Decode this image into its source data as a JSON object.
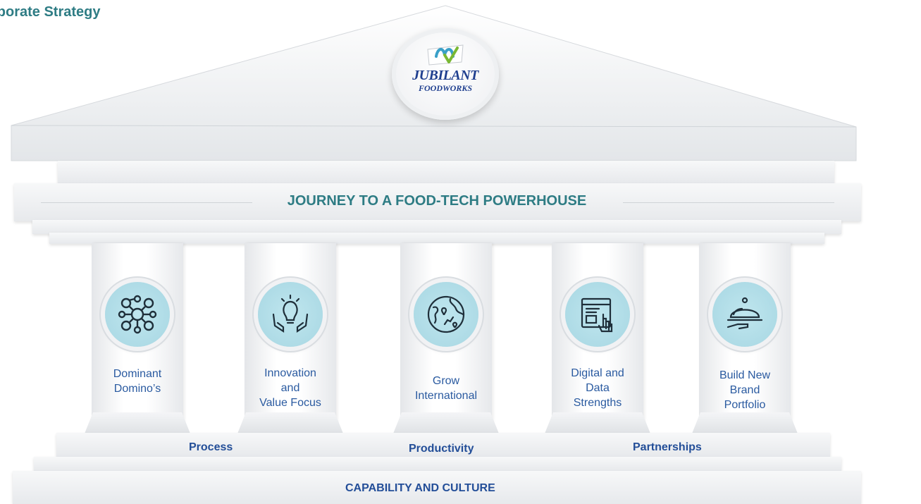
{
  "header": {
    "title": "rporate Strategy"
  },
  "logo": {
    "line1": "JUBILANT",
    "line2": "FOODWORKS"
  },
  "band": {
    "title": "JOURNEY TO A FOOD-TECH POWERHOUSE"
  },
  "pillars": [
    {
      "label": "Dominant\nDomino’s",
      "icon": "network-nodes-icon"
    },
    {
      "label": "Innovation\nand\nValue Focus",
      "icon": "lightbulb-hands-icon"
    },
    {
      "label": "Grow\nInternational",
      "icon": "globe-location-icon"
    },
    {
      "label": "Digital and\nData\nStrengths",
      "icon": "digital-screen-touch-icon"
    },
    {
      "label": "Build New\nBrand\nPortfolio",
      "icon": "cloche-serving-icon"
    }
  ],
  "foundation": {
    "labels": [
      "Process",
      "Productivity",
      "Partnerships"
    ],
    "base": "CAPABILITY AND CULTURE"
  },
  "colors": {
    "title_teal": "#2e7c84",
    "label_blue": "#2a5aa0",
    "foundation_blue": "#234e98",
    "icon_bg": "#aedbe6"
  }
}
